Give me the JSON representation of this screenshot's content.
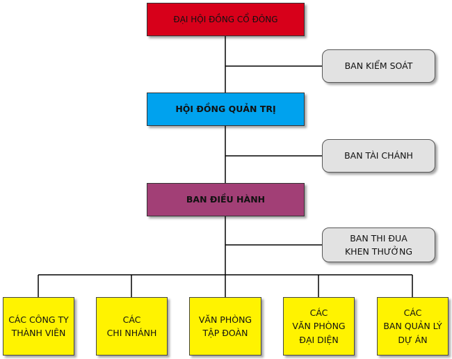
{
  "nodes": {
    "general_meeting": {
      "label": "ĐẠI HỘI ĐỒNG CỔ ĐÔNG",
      "color": "#d7001a"
    },
    "supervisory_board": {
      "label": "BAN KIỂM SOÁT"
    },
    "board_of_directors": {
      "label": "HỘI ĐỒNG QUẢN TRỊ",
      "color": "#00a2ee"
    },
    "finance_board": {
      "label": "BAN TÀI CHÁNH"
    },
    "executive_board": {
      "label": "BAN ĐIỀU HÀNH",
      "color": "#a23f76"
    },
    "emulation_board": {
      "label": "BAN THI ĐUA\nKHEN THƯỞNG"
    },
    "member_companies": {
      "label": "CÁC CÔNG TY\nTHÀNH VIÊN"
    },
    "branches": {
      "label": "CÁC\nCHI NHÁNH"
    },
    "group_office": {
      "label": "VĂN PHÒNG\nTẬP ĐOÀN"
    },
    "representative_offices": {
      "label": "CÁC\nVĂN PHÒNG\nĐẠI DIỆN"
    },
    "project_boards": {
      "label": "CÁC\nBAN QUẢN LÝ\nDỰ ÁN"
    }
  },
  "colors": {
    "leaf": "#fff300",
    "side": "#e2e2e2",
    "line": "#000000"
  }
}
